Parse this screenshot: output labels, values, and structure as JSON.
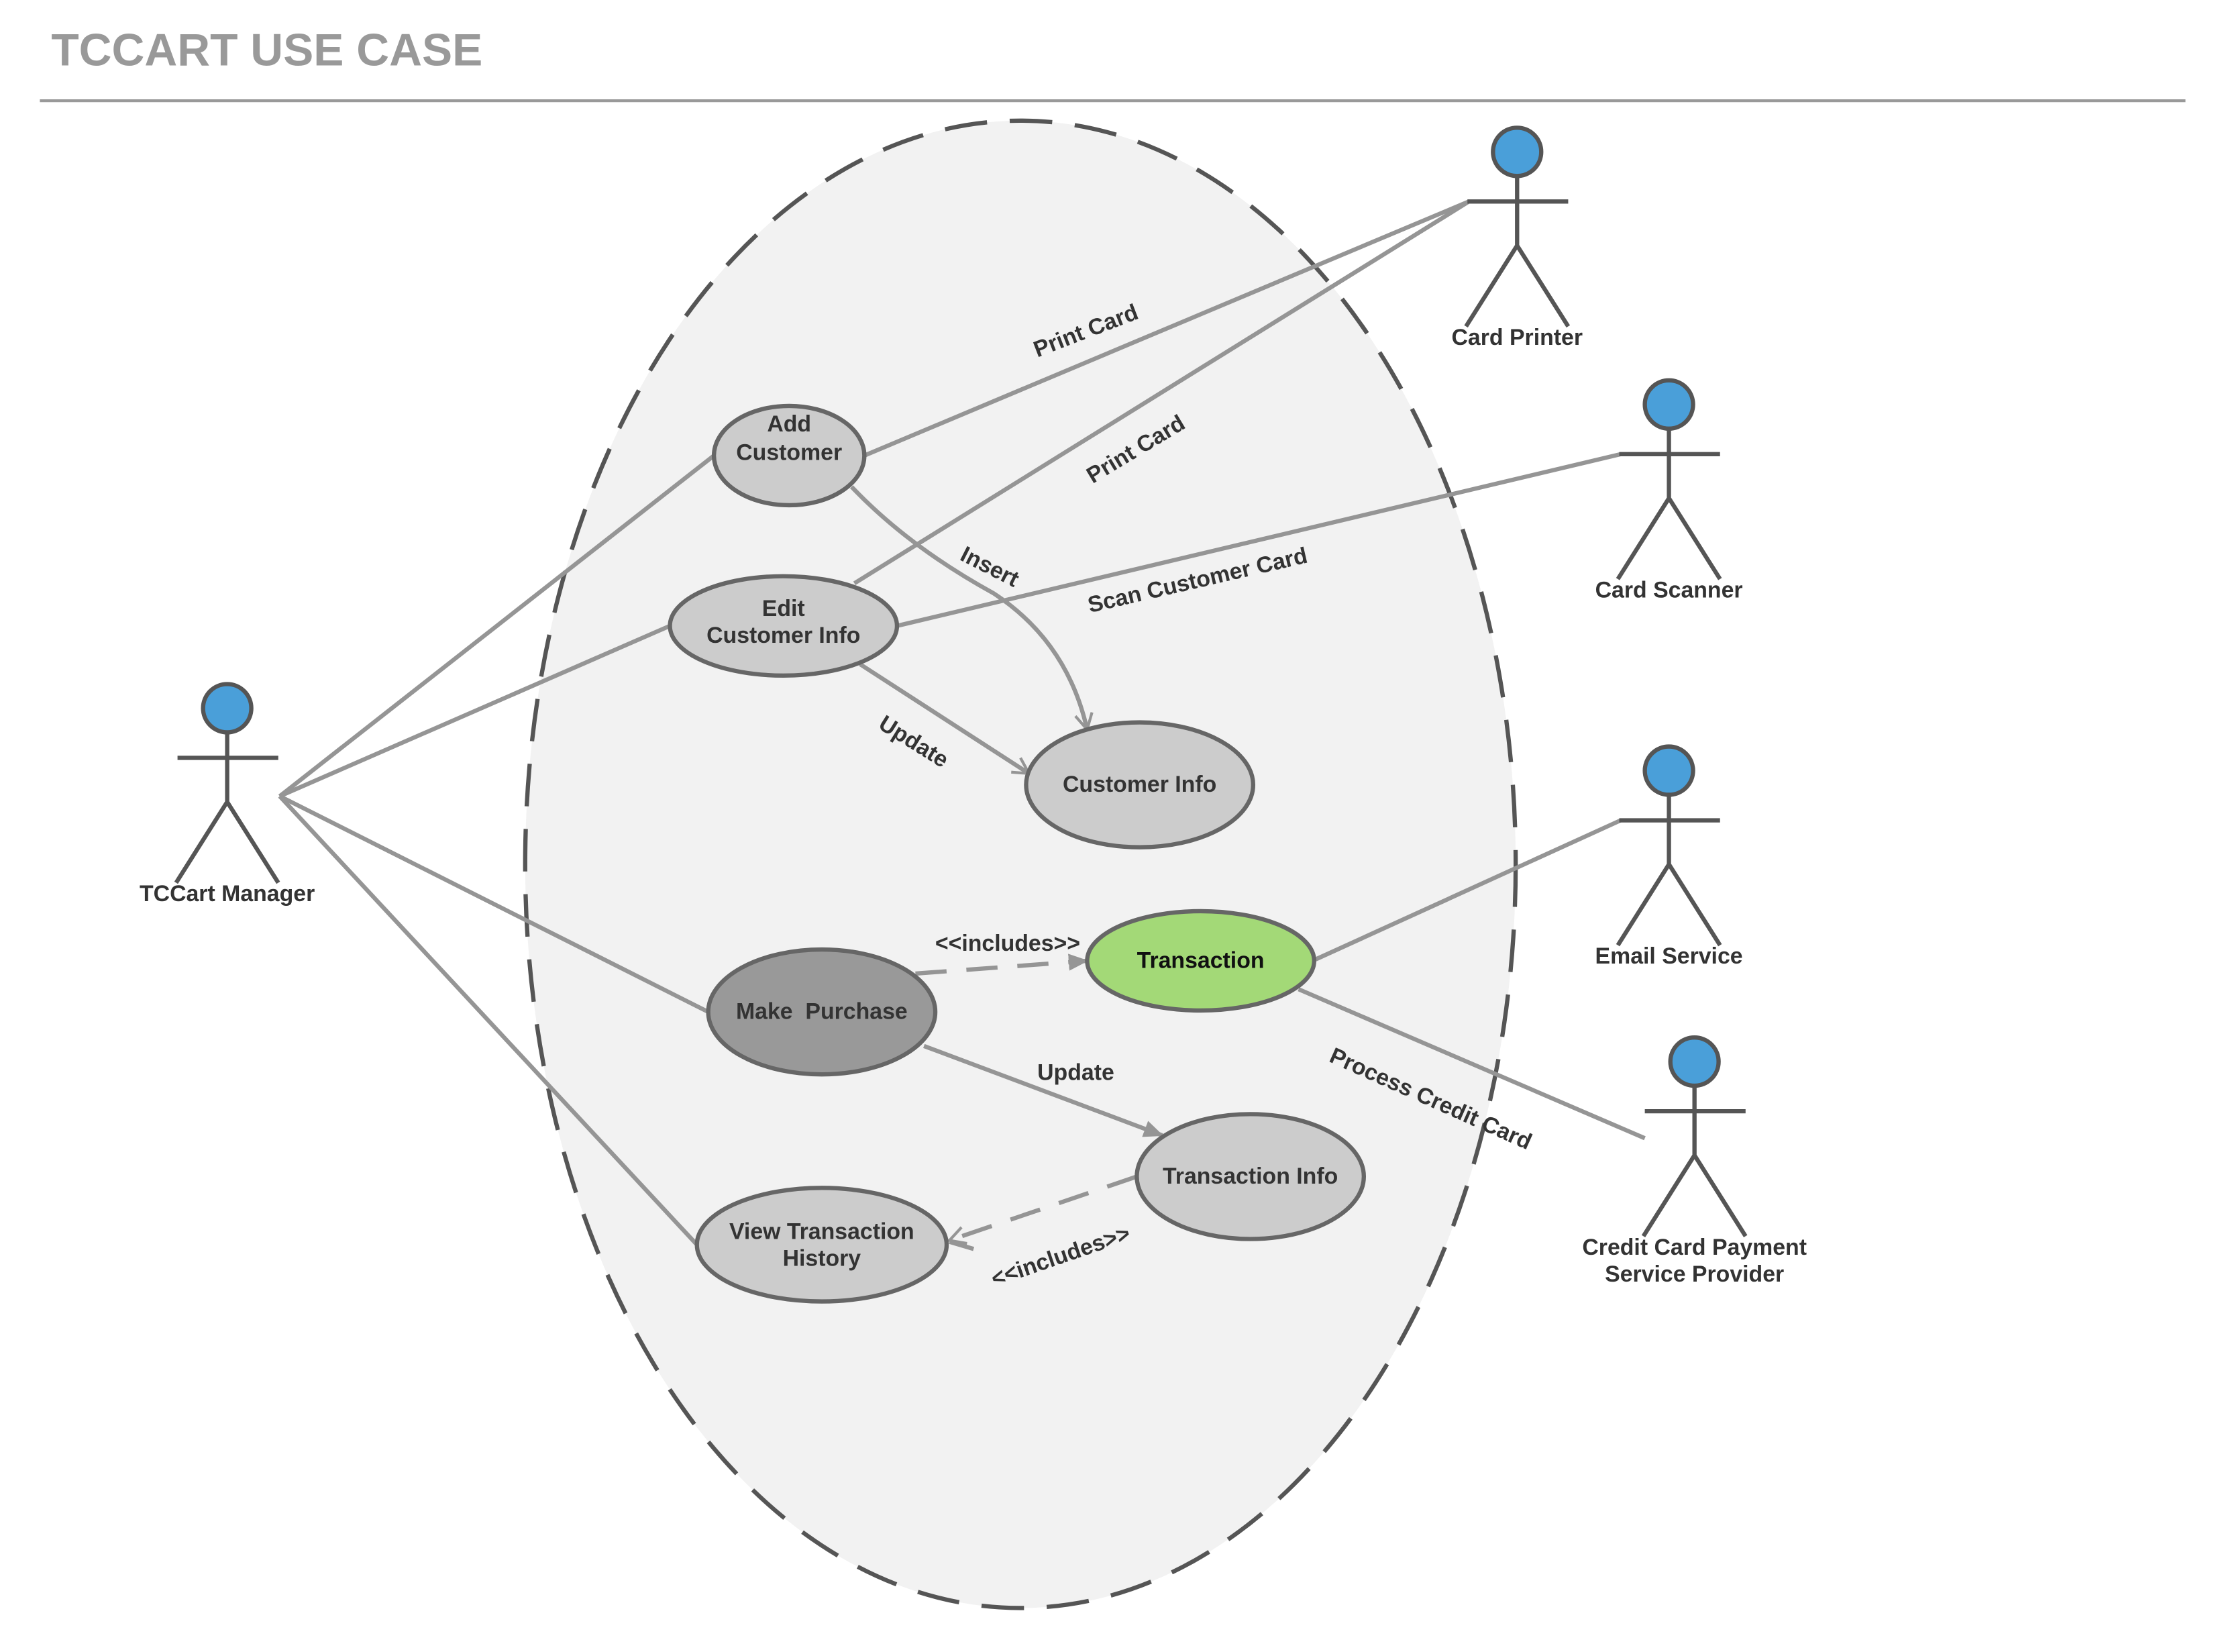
{
  "title": "TCCART USE CASE",
  "colors": {
    "title": "#999999",
    "boundary_fill": "#f2f2f2",
    "use_case_default": "#cccccc",
    "use_case_dark": "#999999",
    "use_case_highlight": "#a3d977",
    "actor_head": "#4a9fd9",
    "line": "#959595"
  },
  "actors": {
    "manager": "TCCart Manager",
    "printer": "Card Printer",
    "scanner": "Card Scanner",
    "email": "Email Service",
    "payment_line1": "Credit Card Payment",
    "payment_line2": "Service Provider"
  },
  "use_cases": {
    "add_customer_line1": "Add",
    "add_customer_line2": "Customer",
    "edit_customer_line1": "Edit",
    "edit_customer_line2": "Customer Info",
    "customer_info": "Customer Info",
    "transaction": "Transaction",
    "make_purchase": "Make  Purchase",
    "transaction_info": "Transaction Info",
    "view_history_line1": "View Transaction",
    "view_history_line2": "History"
  },
  "connectors": {
    "print_card_add": "Print Card",
    "print_card_edit": "Print Card",
    "insert": "Insert",
    "scan_card": "Scan Customer Card",
    "update_customer": "Update",
    "includes_transaction": "<<includes>>",
    "update_transaction": "Update",
    "process_credit_card": "Process Credit Card",
    "includes_history": "<<includes>>"
  }
}
